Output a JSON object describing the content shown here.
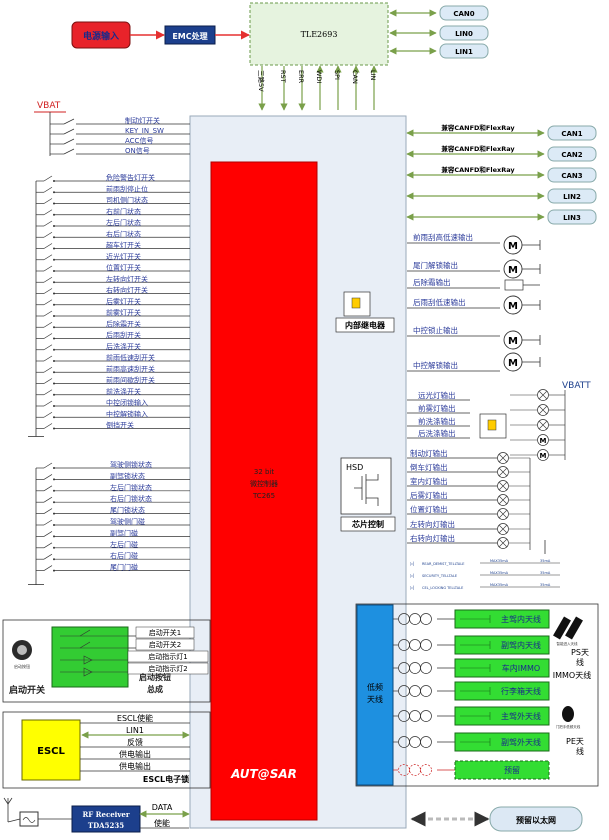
{
  "top": {
    "power_input": "电源输入",
    "emc": "EMC处理",
    "tle": "TLE2693",
    "tle_pins": [
      "三路5V",
      "RST",
      "ERR",
      "WDI",
      "SPI",
      "CAN",
      "LIN"
    ],
    "tle_buses": [
      "CAN0",
      "LIN0",
      "LIN1"
    ]
  },
  "mcu": {
    "name_lines": [
      "32 bit",
      "微控制器",
      "TC265"
    ],
    "logo": "AUT@SAR"
  },
  "right_bus": {
    "compat_labels": [
      "兼容CANFD和FlexRay",
      "兼容CANFD和FlexRay",
      "兼容CANFD和FlexRay"
    ],
    "buses": [
      "CAN1",
      "CAN2",
      "CAN3",
      "LIN2",
      "LIN3"
    ]
  },
  "vbat": "VBAT",
  "vbatt": "VBATT",
  "left_inputs_top": [
    "制动灯开关",
    "KEY_IN_SW",
    "ACC信号",
    "ON信号"
  ],
  "left_inputs_mid": [
    "危险警告灯开关",
    "前雨刮停止位",
    "司机侧门状态",
    "右前门状态",
    "左后门状态",
    "右后门状态",
    "超车灯开关",
    "近光灯开关",
    "位置灯开关",
    "左转向灯开关",
    "右转向灯开关",
    "后雾灯开关",
    "前雾灯开关",
    "后除霜开关",
    "后雨刮开关",
    "后洗涤开关",
    "前雨低速刮开关",
    "前雨高速刮开关",
    "前雨间歇刮开关",
    "前洗涤开关",
    "中控闭锁输入",
    "中控解锁输入",
    "倒挡开关"
  ],
  "left_inputs_low": [
    "驾驶侧锁状态",
    "副驾锁状态",
    "左后门锁状态",
    "右后门锁状态",
    "尾门锁状态",
    "驾驶侧门碰",
    "副驾门碰",
    "左后门碰",
    "右后门碰",
    "尾门门碰"
  ],
  "start": {
    "switch_label": "启动开关",
    "signals": [
      "启动开关1",
      "启动开关2",
      "启动指示灯1",
      "启动指示灯2"
    ],
    "assembly": [
      "启动按钮",
      "总成"
    ],
    "icon_caption": "启动按钮"
  },
  "escl": {
    "name": "ESCL",
    "signals": [
      "ESCL使能",
      "LIN1",
      "反馈",
      "供电输出",
      "供电输出",
      "ESCL电子锁"
    ]
  },
  "rf": {
    "receiver": [
      "RF Receiver",
      "TDA5235"
    ],
    "data": "DATA",
    "enable": "使能"
  },
  "ethernet": "预留以太网",
  "motors": [
    "前雨刮高低速输出",
    "尾门解锁输出",
    "后除霜输出",
    "后雨刮低速输出",
    "中控锁止输出",
    "中控解锁输出"
  ],
  "motor_glyph": "M",
  "relay_label": "内部继电器",
  "hsd": {
    "label": "HSD",
    "caption": "芯片控制"
  },
  "lamps_relay": [
    "远光灯输出",
    "前雾灯输出",
    "前洗涤输出",
    "后洗涤输出"
  ],
  "lamps_direct": [
    "制动灯输出",
    "倒车灯输出",
    "室内灯输出",
    "后雾灯输出",
    "位置灯输出",
    "左转向灯输出",
    "右转向灯输出"
  ],
  "telltales": [
    {
      "name": "REAR_DEMIST_TELLTALE",
      "max": "MAX35mA",
      "cur": "35mA"
    },
    {
      "name": "SECURITY_TELLTALE",
      "max": "MAX35mA",
      "cur": "35mA"
    },
    {
      "name": "CEL_LOCKING TELLTALE",
      "max": "MAX35mA",
      "cur": "35mA"
    }
  ],
  "lf": {
    "title": [
      "低频",
      "天线"
    ],
    "antennas": [
      "主驾内天线",
      "副驾内天线",
      "车内IMMO",
      "行李箱天线",
      "主驾外天线",
      "副驾外天线",
      "预留"
    ],
    "ps": [
      "PS天",
      "线"
    ],
    "immo": "IMMO天线",
    "pe": [
      "PE天",
      "线"
    ],
    "icon_captions": [
      "智能进入天线",
      "IMMO天线",
      "门把手低频天线"
    ]
  }
}
